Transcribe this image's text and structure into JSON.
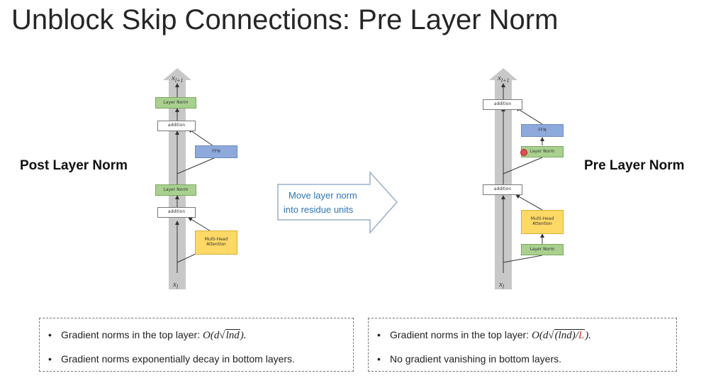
{
  "title": "Unblock Skip Connections: Pre Layer Norm",
  "left_diagram": {
    "label": "Post Layer Norm",
    "top_var": "x_{l+1}",
    "bottom_var": "x_l",
    "blocks": {
      "layer_norm_top": "Layer Norm",
      "addition_top": "addition",
      "ffn": "FFN",
      "layer_norm_mid": "Layer Norm",
      "addition_mid": "addition",
      "mha": "Multi-Head Attention"
    }
  },
  "right_diagram": {
    "label": "Pre Layer Norm",
    "top_var": "x_{l+1}",
    "bottom_var": "x_l",
    "blocks": {
      "addition_top": "addition",
      "ffn": "FFN",
      "layer_norm_upper": "Layer Norm",
      "addition_mid": "addition",
      "mha": "Multi-Head Attention",
      "layer_norm_lower": "Layer Norm"
    }
  },
  "arrow": {
    "text_line1": "Move layer norm",
    "text_line2": "into residue units"
  },
  "left_notes": {
    "line1_text": "Gradient norms in the top layer: ",
    "line1_math_prefix": "O(d",
    "line1_math_sqrt": "lnd",
    "line1_math_suffix": ").",
    "line2_text": "Gradient norms exponentially decay in bottom layers."
  },
  "right_notes": {
    "line1_text": "Gradient norms in the top layer: ",
    "line1_math_prefix": "O(d",
    "line1_math_sqrt_a": "(lnd)/",
    "line1_math_sqrt_b": "L",
    "line1_math_suffix": ").",
    "line2_text": "No gradient vanishing in bottom layers."
  },
  "colors": {
    "green": "#a9d08e",
    "blue": "#8ea9db",
    "yellow": "#ffd966",
    "arrow_text": "#2e75b6",
    "highlight": "#d9342b"
  }
}
